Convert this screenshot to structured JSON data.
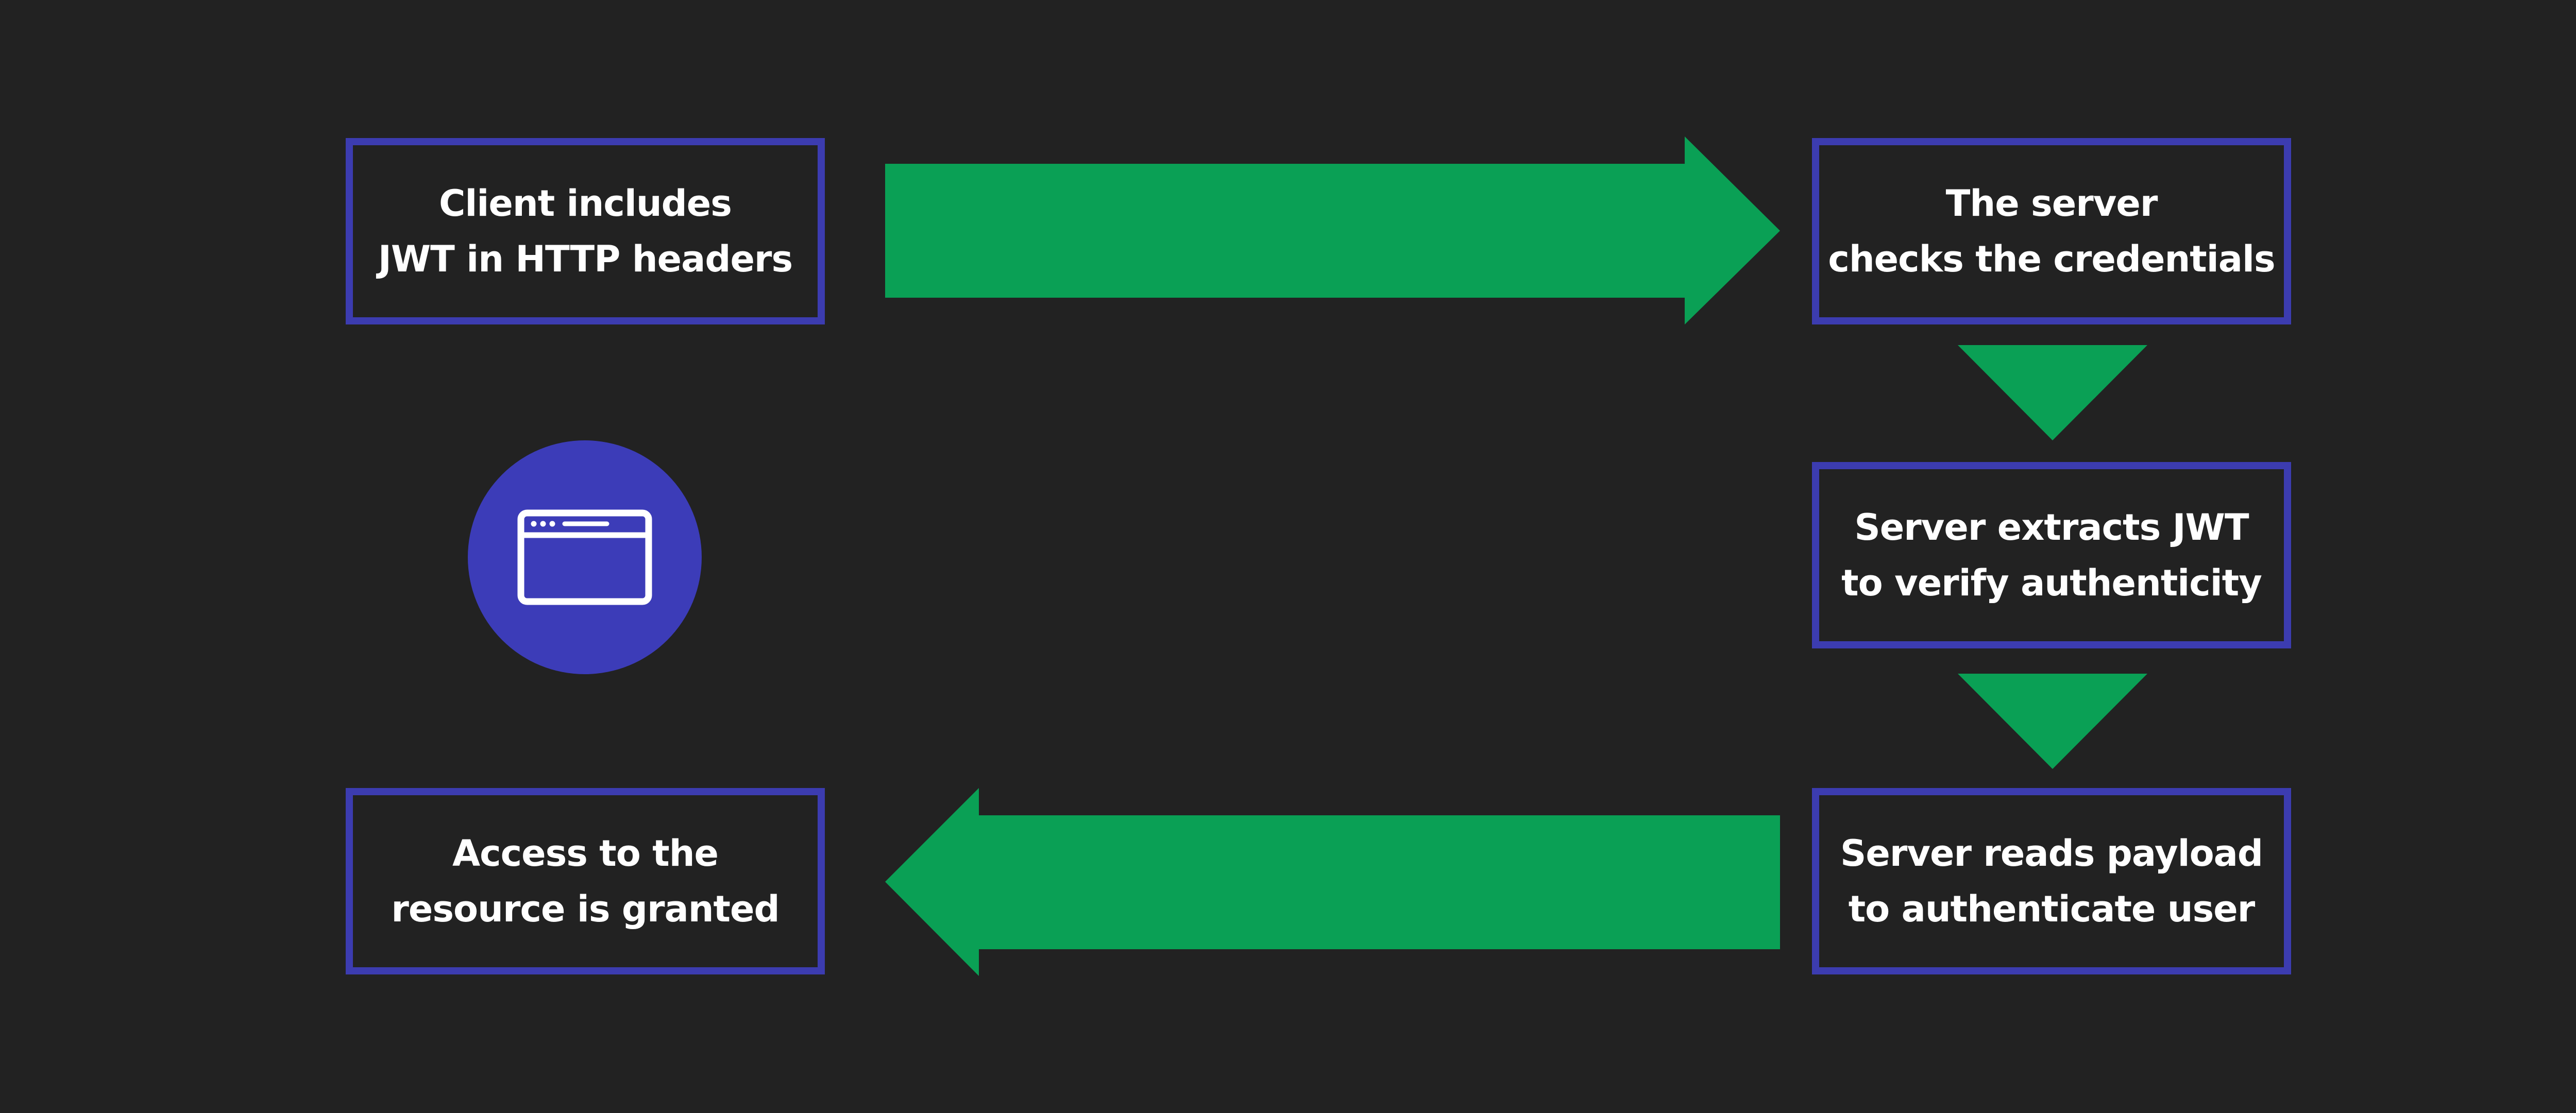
{
  "diagram": {
    "steps": [
      {
        "id": "b1",
        "label": "Client includes\nJWT in HTTP headers"
      },
      {
        "id": "b2",
        "label": "The server\nchecks the credentials"
      },
      {
        "id": "b3",
        "label": "Server extracts JWT\nto verify authenticity"
      },
      {
        "id": "b4",
        "label": "Server reads payload\nto authenticate user"
      },
      {
        "id": "b5",
        "label": "Access to the\nresource is granted"
      }
    ],
    "icon": "browser-window-icon",
    "colors": {
      "background": "#222222",
      "box_border": "#3c3cb0",
      "arrow": "#0aa055",
      "icon_circle": "#3c3cb8",
      "text": "#ffffff"
    }
  }
}
